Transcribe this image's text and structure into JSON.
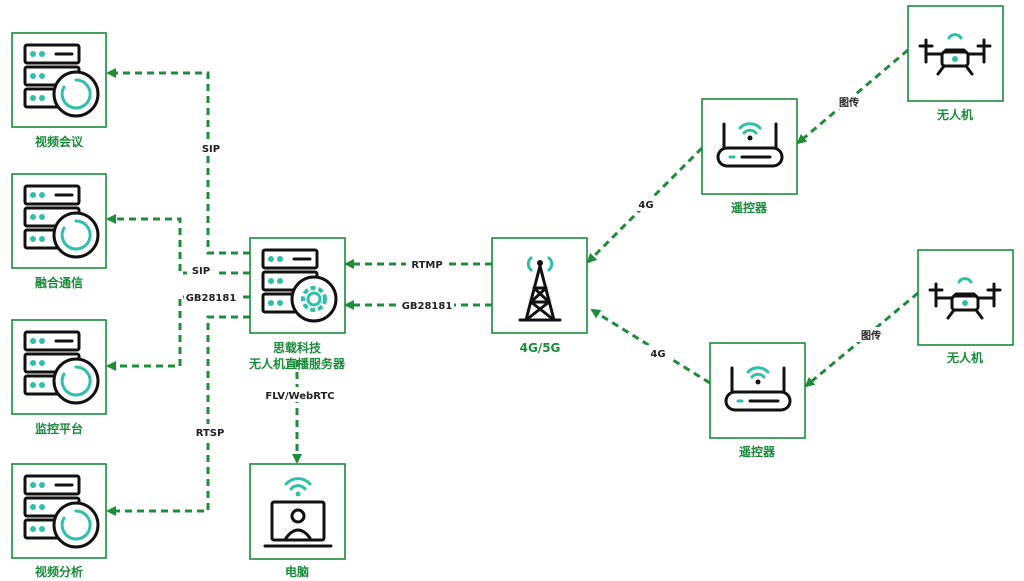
{
  "colors": {
    "accent": "#1b8a3a",
    "edge": "#1f8c3c",
    "icon_teal": "#2fbfaa",
    "ink": "#111111"
  },
  "nodes": {
    "video_conference": {
      "label": "视频会议",
      "icon": "server-icon"
    },
    "converged_comm": {
      "label": "融合通信",
      "icon": "server-icon"
    },
    "monitor_platform": {
      "label": "监控平台",
      "icon": "server-icon"
    },
    "video_analysis": {
      "label": "视频分析",
      "icon": "server-icon"
    },
    "central_server": {
      "label_line1": "思载科技",
      "label_line2": "无人机直播服务器",
      "icon": "server-gear-icon"
    },
    "computer": {
      "label": "电脑",
      "icon": "laptop-user-icon"
    },
    "tower": {
      "label": "4G/5G",
      "icon": "cell-tower-icon"
    },
    "controller_top": {
      "label": "遥控器",
      "icon": "router-icon"
    },
    "controller_bottom": {
      "label": "遥控器",
      "icon": "router-icon"
    },
    "drone_top": {
      "label": "无人机",
      "icon": "drone-icon"
    },
    "drone_bottom": {
      "label": "无人机",
      "icon": "drone-icon"
    }
  },
  "edges": {
    "to_video_conference": "SIP",
    "to_converged_comm": "SIP",
    "to_monitor_platform": "GB28181",
    "to_video_analysis": "RTSP",
    "to_computer": "FLV/WebRTC",
    "tower_rtmp": "RTMP",
    "tower_gb28181": "GB28181",
    "controller_top_to_tower": "4G",
    "controller_bottom_to_tower": "4G",
    "drone_top_to_controller": "图传",
    "drone_bottom_to_controller": "图传"
  }
}
